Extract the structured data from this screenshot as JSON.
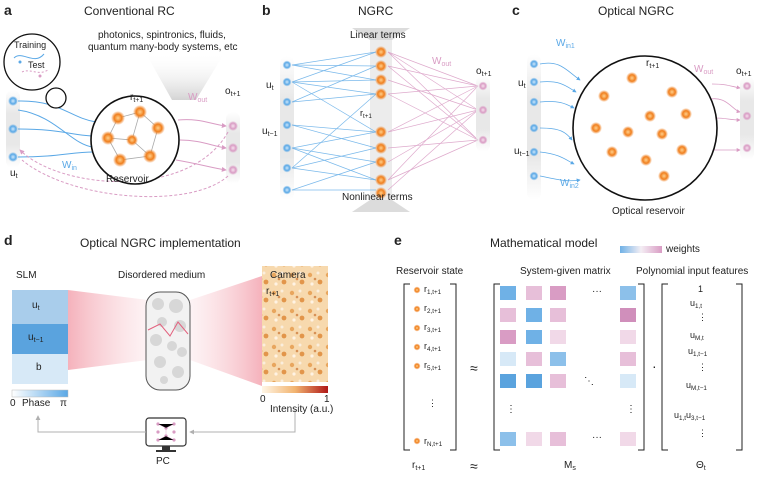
{
  "panels": {
    "a": {
      "letter": "a",
      "title": "Conventional RC",
      "training": "Training",
      "test": "Test",
      "applications": [
        "photonics, spintronics, fluids,",
        "quantum many-body systems, etc"
      ],
      "r_next": "r",
      "r_next_sub": "t+1",
      "w_out": "W",
      "w_out_sub": "out",
      "o_next": "o",
      "o_next_sub": "t+1",
      "w_in": "W",
      "w_in_sub": "in",
      "u": "u",
      "u_sub": "t",
      "reservoir": "Reservoir"
    },
    "b": {
      "letter": "b",
      "title": "NGRC",
      "linear": "Linear terms",
      "nonlinear": "Nonlinear terms",
      "u1": "u",
      "u1_sub": "t",
      "u2": "u",
      "u2_sub": "t−1",
      "r_next": "r",
      "r_next_sub": "t+1",
      "w_out": "W",
      "w_out_sub": "out",
      "o_next": "o",
      "o_next_sub": "t+1"
    },
    "c": {
      "letter": "c",
      "title": "Optical NGRC",
      "w_in1": "W",
      "w_in1_sub": "in1",
      "w_in2": "W",
      "w_in2_sub": "in2",
      "r_next": "r",
      "r_next_sub": "t+1",
      "w_out": "W",
      "w_out_sub": "out",
      "o_next": "o",
      "o_next_sub": "t+1",
      "u1": "u",
      "u1_sub": "t",
      "u2": "u",
      "u2_sub": "t−1",
      "reservoir": "Optical reservoir"
    },
    "d": {
      "letter": "d",
      "title": "Optical NGRC implementation",
      "slm": "SLM",
      "slm_rows": [
        {
          "main": "u",
          "sub": "t"
        },
        {
          "main": "u",
          "sub": "t−1"
        },
        {
          "main": "b",
          "sub": ""
        }
      ],
      "disordered": "Disordered medium",
      "camera": "Camera",
      "camera_r": "r",
      "camera_r_sub": "t+1",
      "phase_min": "0",
      "phase_label": "Phase",
      "phase_max": "π",
      "intensity_min": "0",
      "intensity_label": "Intensity (a.u.)",
      "intensity_max": "1",
      "pc": "PC"
    },
    "e": {
      "letter": "e",
      "title": "Mathematical model",
      "weights": "weights",
      "reservoir_state": "Reservoir state",
      "system_matrix": "System-given matrix",
      "poly_features": "Polynomial input features",
      "r_entries": [
        {
          "main": "r",
          "sub": "1,t+1"
        },
        {
          "main": "r",
          "sub": "2,t+1"
        },
        {
          "main": "r",
          "sub": "3,t+1"
        },
        {
          "main": "r",
          "sub": "4,t+1"
        },
        {
          "main": "r",
          "sub": "5,t+1"
        },
        {
          "main": "⋮",
          "sub": ""
        },
        {
          "main": "r",
          "sub": "N,t+1"
        }
      ],
      "theta_entries": [
        {
          "main": "1",
          "sub": ""
        },
        {
          "main": "u",
          "sub": "1,t"
        },
        {
          "main": "⋮",
          "sub": ""
        },
        {
          "main": "u",
          "sub": "M,t"
        },
        {
          "main": "u",
          "sub": "1,t−1"
        },
        {
          "main": "⋮",
          "sub": ""
        },
        {
          "main": "u",
          "sub": "M,t−1"
        },
        {
          "main": "u",
          "sub": "1,t",
          "main2": "u",
          "sub2": "3,t−1"
        },
        {
          "main": "⋮",
          "sub": ""
        }
      ],
      "approx": "≈",
      "dot": "·",
      "bottom_r": "r",
      "bottom_r_sub": "t+1",
      "bottom_approx": "≈",
      "bottom_m": "M",
      "bottom_m_sub": "s",
      "bottom_theta": "Θ",
      "bottom_theta_sub": "t"
    }
  },
  "colors": {
    "blue": "#5aa8e6",
    "pink": "#d99cc4",
    "orange": "#f07f1e",
    "gray": "#9a9a9a"
  }
}
